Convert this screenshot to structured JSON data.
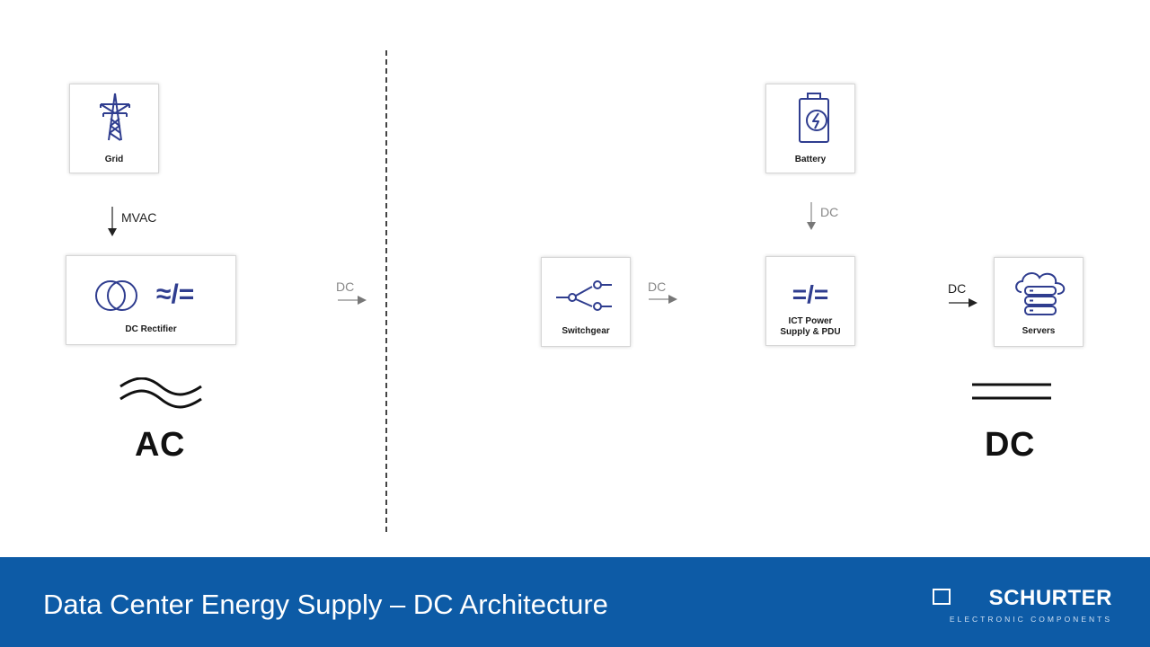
{
  "nodes": {
    "grid": "Grid",
    "rectifier": "DC Rectifier",
    "battery": "Battery",
    "switchgear": "Switchgear",
    "ict_line1": "ICT Power",
    "ict_line2": "Supply & PDU",
    "servers": "Servers"
  },
  "flows": {
    "grid_to_rectifier": "MVAC",
    "rectifier_out": "DC",
    "battery_to_ict": "DC",
    "switchgear_to_ict": "DC",
    "ict_to_servers": "DC"
  },
  "symbols": {
    "converter_ac_dc": "≈/=",
    "converter_dc_dc": "=/="
  },
  "domains": {
    "left": "AC",
    "right": "DC"
  },
  "footer": {
    "title": "Data Center Energy Supply – DC Architecture",
    "brand": "SCHURTER",
    "brand_sub": "ELECTRONIC COMPONENTS"
  },
  "colors": {
    "icon": "#2f3d8f",
    "footer": "#0d5ba6"
  },
  "icons": [
    "pylon-icon",
    "transformer-icon",
    "battery-icon",
    "switch-icon",
    "cloud-server-icon",
    "ac-wave-icon",
    "dc-lines-icon",
    "schurter-logo-icon"
  ]
}
